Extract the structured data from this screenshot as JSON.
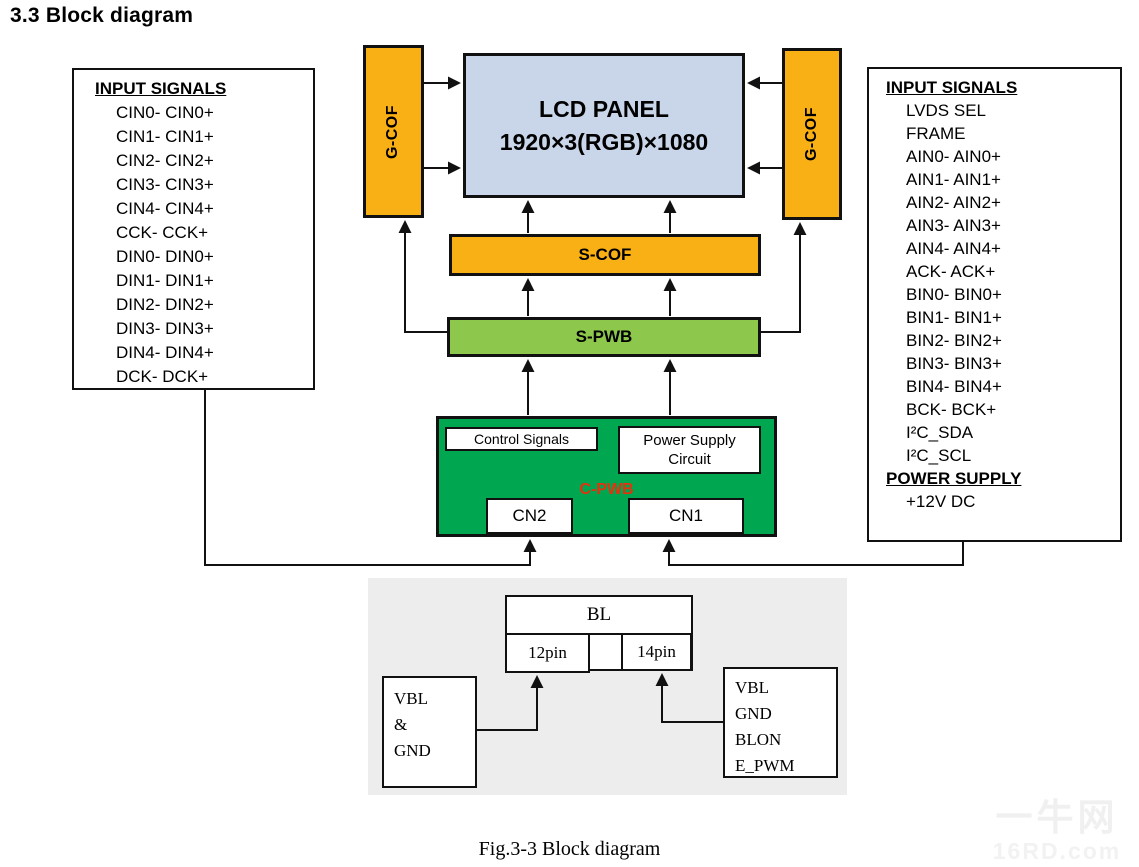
{
  "title": "3.3 Block diagram",
  "caption": "Fig.3-3 Block diagram",
  "watermark": {
    "line1": "一牛网",
    "line2": "16RD.com"
  },
  "colors": {
    "cof_orange": "#F8B014",
    "lcd_blue": "#C9D5E9",
    "spwb_green": "#8DC74B",
    "cpwb_green": "#00A650",
    "cpwb_label_red": "#E8300F"
  },
  "left_signals": {
    "heading": "INPUT SIGNALS",
    "items": [
      "CIN0- CIN0+",
      "CIN1- CIN1+",
      "CIN2- CIN2+",
      "CIN3- CIN3+",
      "CIN4- CIN4+",
      "CCK- CCK+",
      "DIN0- DIN0+",
      "DIN1- DIN1+",
      "DIN2- DIN2+",
      "DIN3- DIN3+",
      "DIN4- DIN4+",
      "DCK- DCK+"
    ]
  },
  "right_signals": {
    "heading": "INPUT SIGNALS",
    "items": [
      "LVDS SEL",
      "FRAME",
      "AIN0- AIN0+",
      "AIN1- AIN1+",
      "AIN2- AIN2+",
      "AIN3- AIN3+",
      "AIN4- AIN4+",
      "ACK- ACK+",
      "BIN0- BIN0+",
      "BIN1- BIN1+",
      "BIN2- BIN2+",
      "BIN3- BIN3+",
      "BIN4- BIN4+",
      "BCK- BCK+",
      "I²C_SDA",
      "I²C_SCL"
    ],
    "power_heading": "POWER SUPPLY",
    "power_item": "+12V DC"
  },
  "blocks": {
    "gcof_left": "G-COF",
    "gcof_right": "G-COF",
    "lcd_line1": "LCD PANEL",
    "lcd_line2": "1920×3(RGB)×1080",
    "scof": "S-COF",
    "spwb": "S-PWB",
    "cpwb_label": "C-PWB",
    "control_signals": "Control Signals",
    "power_supply_circuit": "Power Supply Circuit",
    "cn2": "CN2",
    "cn1": "CN1"
  },
  "backlight": {
    "bl": "BL",
    "pin12": "12pin",
    "pin14": "14pin",
    "left_connector": {
      "lines": [
        "VBL",
        "&",
        "GND"
      ]
    },
    "right_connector": {
      "lines": [
        "VBL",
        "GND",
        "BLON",
        "E_PWM"
      ]
    }
  }
}
